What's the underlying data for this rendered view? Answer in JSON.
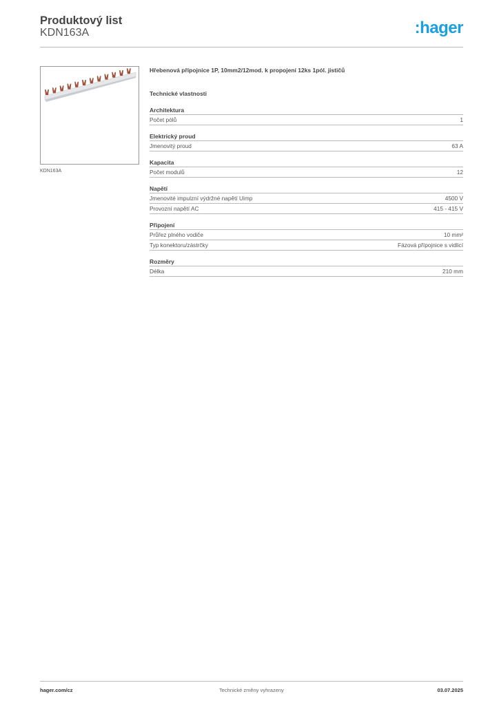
{
  "header": {
    "title": "Produktový list",
    "product_code": "KDN163A",
    "logo_text": ":hager",
    "brand_color": "#1aa0e0"
  },
  "product": {
    "image_caption": "KDN163A",
    "description": "Hřebenová přípojnice 1P, 10mm2/12mod. k propojení 12ks 1pól. jističů"
  },
  "specs": {
    "title": "Technické vlastnosti",
    "groups": [
      {
        "name": "Architektura",
        "rows": [
          {
            "label": "Počet pólů",
            "value": "1"
          }
        ]
      },
      {
        "name": "Elektrický proud",
        "rows": [
          {
            "label": "Jmenovitý proud",
            "value": "63 A"
          }
        ]
      },
      {
        "name": "Kapacita",
        "rows": [
          {
            "label": "Počet modulů",
            "value": "12"
          }
        ]
      },
      {
        "name": "Napětí",
        "rows": [
          {
            "label": "Jmenovité impulzní výdržné napětí Uimp",
            "value": "4500 V"
          },
          {
            "label": "Provozní napětí AC",
            "value": "415 - 415 V"
          }
        ]
      },
      {
        "name": "Připojení",
        "rows": [
          {
            "label": "Průřez plného vodiče",
            "value": "10 mm²"
          },
          {
            "label": "Typ konektoru/zástrčky",
            "value": "Fázová přípojnice s vidlicí"
          }
        ]
      },
      {
        "name": "Rozměry",
        "rows": [
          {
            "label": "Délka",
            "value": "210 mm"
          }
        ]
      }
    ]
  },
  "footer": {
    "website": "hager.com/cz",
    "notice": "Technické změny vyhrazeny",
    "date": "03.07.2025"
  }
}
